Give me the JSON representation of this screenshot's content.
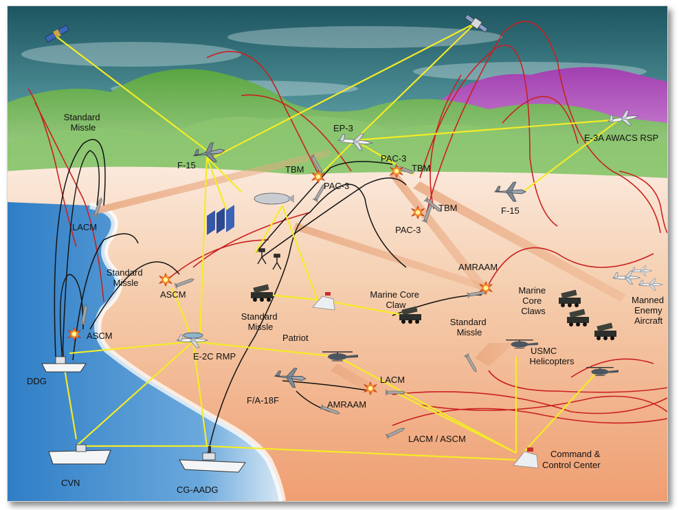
{
  "labels": {
    "standard_missile_top": [
      "Standard",
      "Missle"
    ],
    "lacm_left": "LACM",
    "f15_left": "F-15",
    "ep3": "EP-3",
    "e3a": "E-3A AWACS RSP",
    "tbm_1": "TBM",
    "tbm_2": "TBM",
    "tbm_3": "TBM",
    "pac3_1": "PAC-3",
    "pac3_2": "PAC-3",
    "pac3_3": "PAC-3",
    "f15_right": "F-15",
    "standard_missile_mid": [
      "Standard",
      "Missle"
    ],
    "ascm_mid": "ASCM",
    "ascm_low": "ASCM",
    "amraam_mid": "AMRAAM",
    "marine_core_claw": [
      "Marine Core",
      "Claw"
    ],
    "marine_core_claws": [
      "Marine",
      "Core",
      "Claws"
    ],
    "manned_enemy": [
      "Manned",
      "Enemy",
      "Aircraft"
    ],
    "standard_missile_center": [
      "Standard",
      "Missle"
    ],
    "standard_missile_right": [
      "Standard",
      "Missle"
    ],
    "usmc_helicopters": [
      "USMC",
      "Helicopters"
    ],
    "patriot": "Patriot",
    "e2c": "E-2C RMP",
    "ddg": "DDG",
    "lacm_center": "LACM",
    "fa18f": "F/A-18F",
    "amraam_low": "AMRAAM",
    "lacm_ascm": "LACM / ASCM",
    "cvn": "CVN",
    "cg_aadg": "CG-AADG",
    "command_center": [
      "Command &",
      "Control Center"
    ]
  },
  "icons": [
    "satellite-icon",
    "aircraft-icon",
    "missile-icon",
    "explosion-icon",
    "ship-icon",
    "launcher-truck-icon",
    "helicopter-icon",
    "aerostat-icon",
    "building-icon",
    "tent-icon",
    "radar-icon"
  ],
  "colors": {
    "datalink": "#f4ec25",
    "trajectory_red": "#c9201f",
    "trajectory_black": "#111111",
    "sea": "#3f8fd1",
    "land": "#f2b890",
    "mountain_green": "#4f9a3a",
    "mountain_purple": "#b04ab6",
    "sky": "#2e6f73"
  }
}
